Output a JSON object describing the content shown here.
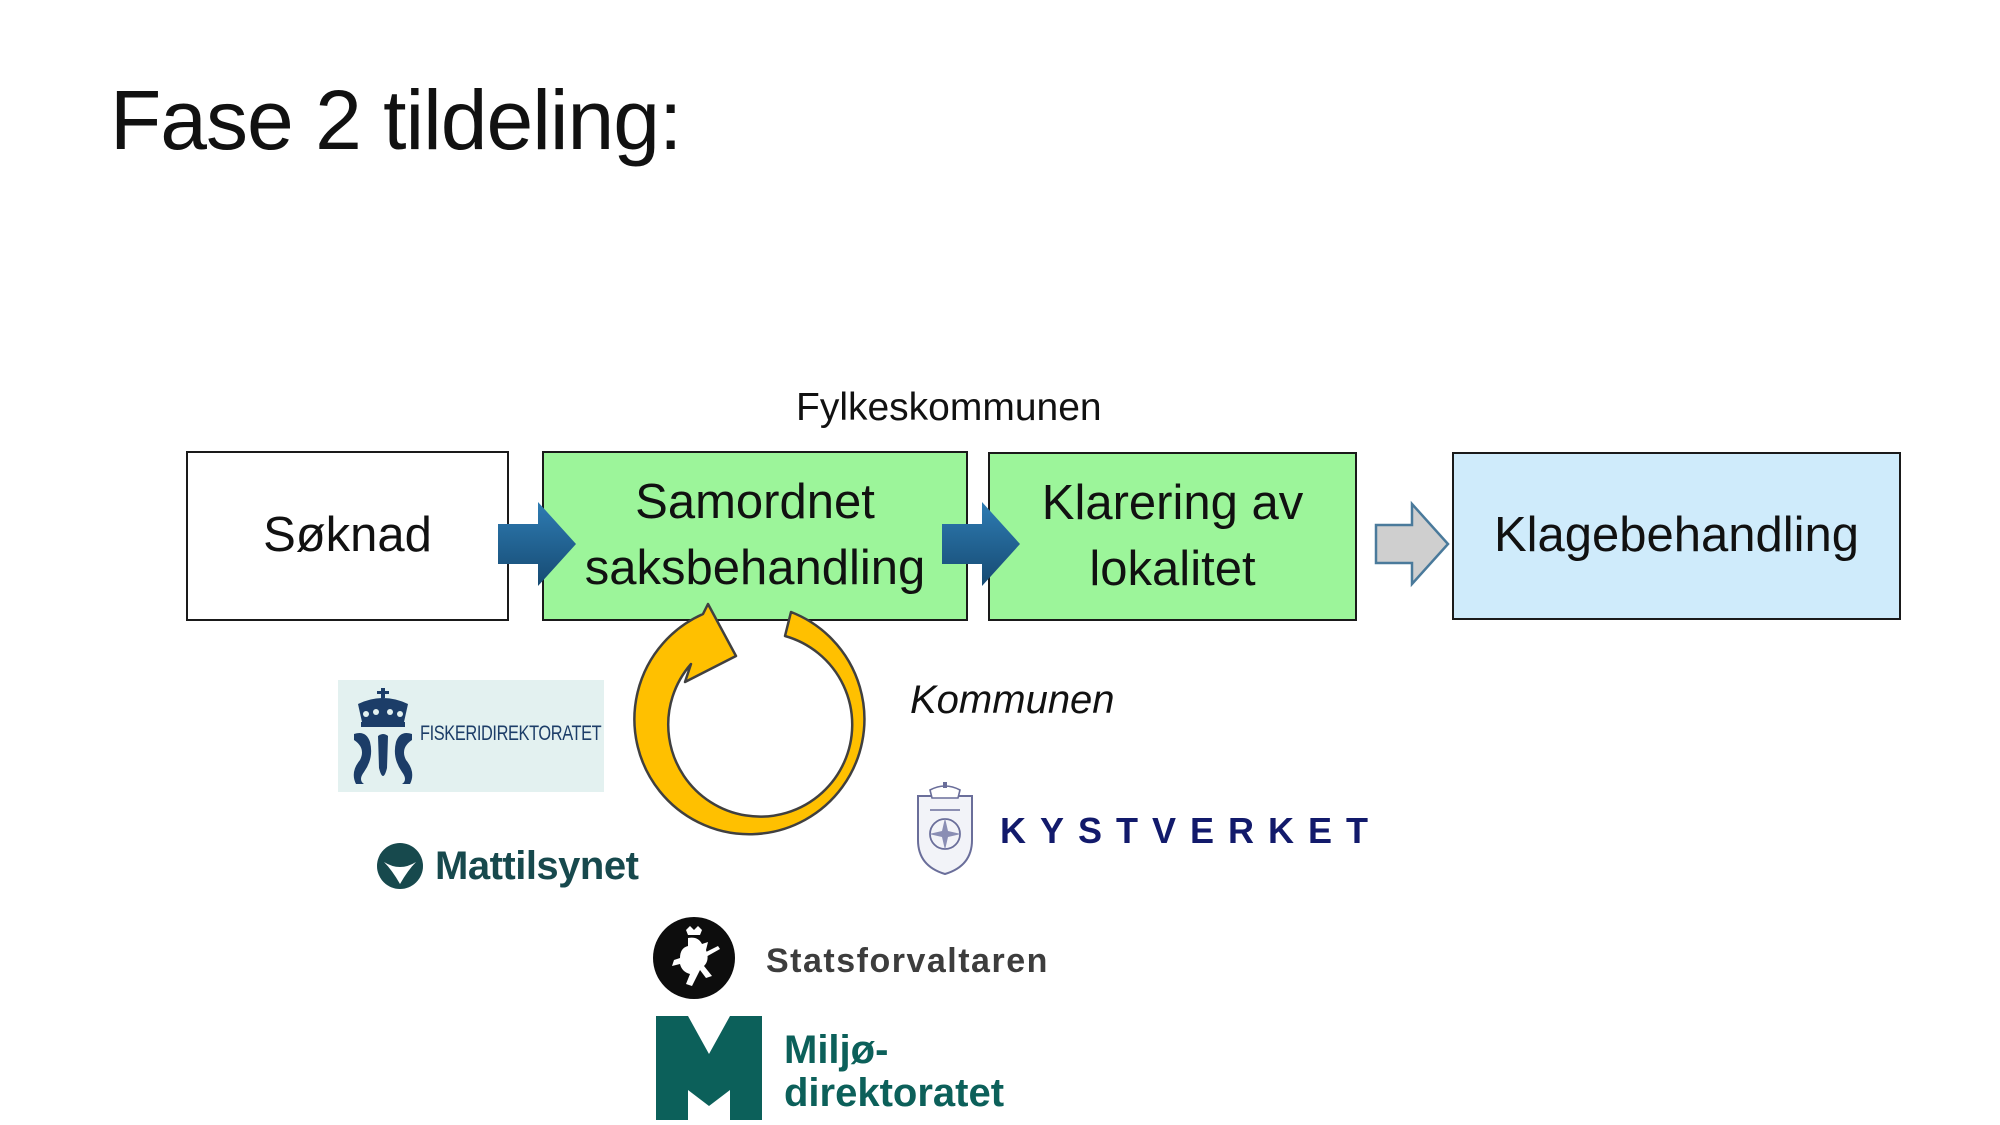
{
  "slide": {
    "title": "Fase 2 tildeling:"
  },
  "diagram": {
    "top_label": "Fylkeskommunen",
    "loop_label": "Kommunen",
    "steps": [
      {
        "lines": [
          "Søknad"
        ],
        "fill": "#ffffff"
      },
      {
        "lines": [
          "Samordnet",
          "saksbehandling"
        ],
        "fill": "#9cf59a"
      },
      {
        "lines": [
          "Klarering av",
          "lokalitet"
        ],
        "fill": "#9cf59a"
      },
      {
        "lines": [
          "Klagebehandling"
        ],
        "fill": "#cfebfb"
      }
    ],
    "arrows": [
      {
        "color": "#1f5f8f",
        "icon": "arrow-right-icon"
      },
      {
        "color": "#1f5f8f",
        "icon": "arrow-right-icon"
      },
      {
        "color": "#cfcfcf",
        "icon": "arrow-right-outline-icon"
      }
    ],
    "cycle": {
      "icon": "circular-arrow-icon",
      "color": "#ffc000"
    }
  },
  "logos": {
    "fiskeridirektoratet": {
      "text": "FISKERIDIREKTORATET",
      "color": "#1c3d68"
    },
    "mattilsynet": {
      "text": "Mattilsynet",
      "color": "#17494d"
    },
    "kystverket": {
      "text": "KYSTVERKET",
      "color": "#121a6b"
    },
    "statsforvaltaren": {
      "text": "Statsforvaltaren",
      "color": "#3d3d3d"
    },
    "miljodirektoratet": {
      "lines": [
        "Miljø-",
        "direktoratet"
      ],
      "color": "#0c605a"
    }
  }
}
